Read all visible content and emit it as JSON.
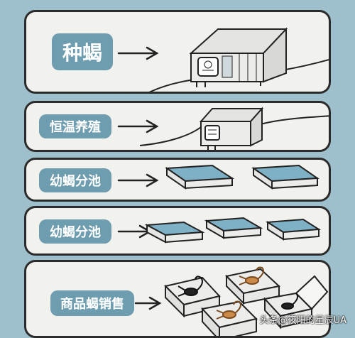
{
  "steps": [
    {
      "label": "种蝎"
    },
    {
      "label": "恒温养殖"
    },
    {
      "label": "幼蝎分池"
    },
    {
      "label": "幼蝎分池"
    },
    {
      "label": "商品蝎销售"
    }
  ],
  "watermark": "头条@筱阳的星辰UA",
  "colors": {
    "background": "#9ec0cc",
    "panel": "#f1f1ee",
    "label": "#6e9db0",
    "water": "#7fb1c6",
    "scorpion": "#c98a4a"
  }
}
